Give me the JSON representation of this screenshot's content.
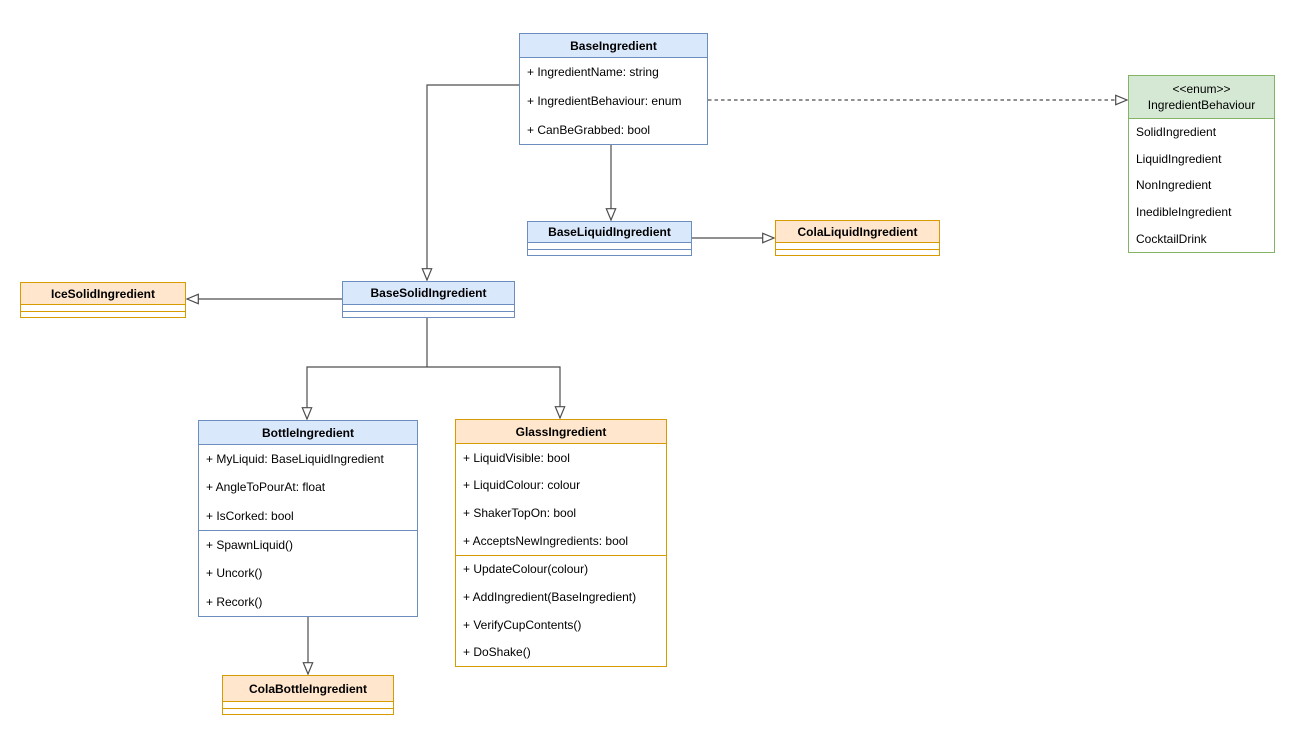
{
  "palette": {
    "background": "#ffffff",
    "blue_fill": "#dae8fc",
    "blue_stroke": "#6c8ebf",
    "orange_fill": "#ffe6cc",
    "orange_stroke": "#d79b00",
    "green_fill": "#d5e8d4",
    "green_stroke": "#82b366",
    "connector": "#4d4d4d",
    "text": "#000000"
  },
  "classes": {
    "base_ingredient": {
      "name": "BaseIngredient",
      "attributes": [
        "+ IngredientName: string",
        "+ IngredientBehaviour: enum",
        "+ CanBeGrabbed: bool"
      ]
    },
    "ingredient_behaviour": {
      "stereotype": "<<enum>>",
      "name": "IngredientBehaviour",
      "values": [
        "SolidIngredient",
        "LiquidIngredient",
        "NonIngredient",
        "InedibleIngredient",
        "CocktailDrink"
      ]
    },
    "base_liquid_ingredient": {
      "name": "BaseLiquidIngredient"
    },
    "cola_liquid_ingredient": {
      "name": "ColaLiquidIngredient"
    },
    "ice_solid_ingredient": {
      "name": "IceSolidIngredient"
    },
    "base_solid_ingredient": {
      "name": "BaseSolidIngredient"
    },
    "bottle_ingredient": {
      "name": "BottleIngredient",
      "attributes": [
        "+ MyLiquid: BaseLiquidIngredient",
        "+ AngleToPourAt: float",
        "+ IsCorked: bool"
      ],
      "methods": [
        "+ SpawnLiquid()",
        "+ Uncork()",
        "+ Recork()"
      ]
    },
    "glass_ingredient": {
      "name": "GlassIngredient",
      "attributes": [
        "+ LiquidVisible: bool",
        "+ LiquidColour: colour",
        "+ ShakerTopOn: bool",
        "+ AcceptsNewIngredients: bool"
      ],
      "methods": [
        "+ UpdateColour(colour)",
        "+ AddIngredient(BaseIngredient)",
        "+ VerifyCupContents()",
        "+ DoShake()"
      ]
    },
    "cola_bottle_ingredient": {
      "name": "ColaBottleIngredient"
    }
  },
  "relations": [
    {
      "type": "generalization-solid-open-triangle",
      "from": "BaseIngredient",
      "to": "BaseLiquidIngredient"
    },
    {
      "type": "generalization-solid-open-triangle",
      "from": "BaseIngredient",
      "to": "BaseSolidIngredient"
    },
    {
      "type": "dependency-dashed-open-triangle",
      "from": "BaseIngredient",
      "to": "IngredientBehaviour"
    },
    {
      "type": "generalization-solid-open-triangle",
      "from": "BaseLiquidIngredient",
      "to": "ColaLiquidIngredient"
    },
    {
      "type": "generalization-solid-open-triangle",
      "from": "BaseSolidIngredient",
      "to": "IceSolidIngredient"
    },
    {
      "type": "generalization-solid-open-triangle",
      "from": "BaseSolidIngredient",
      "to": "BottleIngredient"
    },
    {
      "type": "generalization-solid-open-triangle",
      "from": "BaseSolidIngredient",
      "to": "GlassIngredient"
    },
    {
      "type": "generalization-solid-open-triangle",
      "from": "BottleIngredient",
      "to": "ColaBottleIngredient"
    }
  ]
}
